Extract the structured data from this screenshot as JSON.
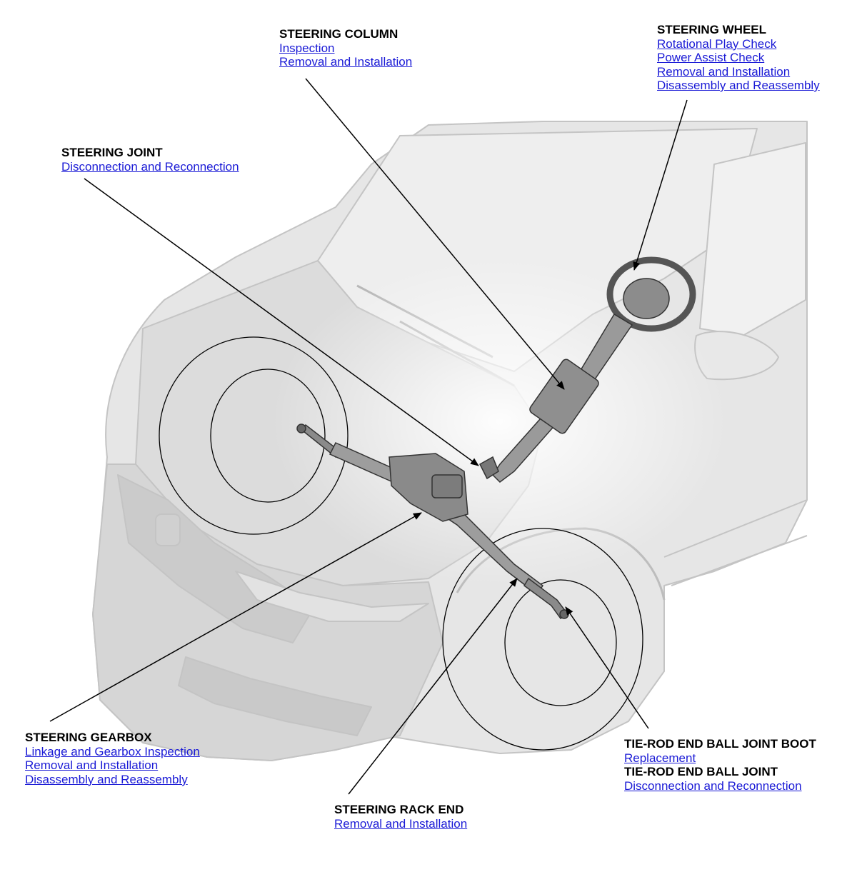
{
  "callouts": {
    "steering_column": {
      "title": "STEERING COLUMN",
      "links": [
        "Inspection",
        "Removal and Installation"
      ]
    },
    "steering_wheel": {
      "title": "STEERING WHEEL",
      "links": [
        "Rotational Play Check",
        "Power Assist Check",
        "Removal and Installation",
        "Disassembly and Reassembly"
      ]
    },
    "steering_joint": {
      "title": "STEERING JOINT",
      "links": [
        "Disconnection and Reconnection"
      ]
    },
    "steering_gearbox": {
      "title": "STEERING GEARBOX",
      "links": [
        "Linkage and Gearbox Inspection",
        "Removal and Installation",
        "Disassembly and Reassembly"
      ]
    },
    "tierod_boot": {
      "title": "TIE-ROD END BALL JOINT BOOT",
      "links": [
        "Replacement"
      ]
    },
    "tierod_joint": {
      "title": "TIE-ROD END BALL JOINT",
      "links": [
        "Disconnection and Reconnection"
      ]
    },
    "steering_rack_end": {
      "title": "STEERING RACK END",
      "links": [
        "Removal and Installation"
      ]
    }
  },
  "colors": {
    "link": "#1a1ad6",
    "title": "#000000",
    "car_fill": "#e6e6e6",
    "car_stroke": "#c4c4c4",
    "part_fill": "#9a9a9a",
    "leader": "#000000"
  },
  "icons": [
    "arrowhead-icon"
  ]
}
